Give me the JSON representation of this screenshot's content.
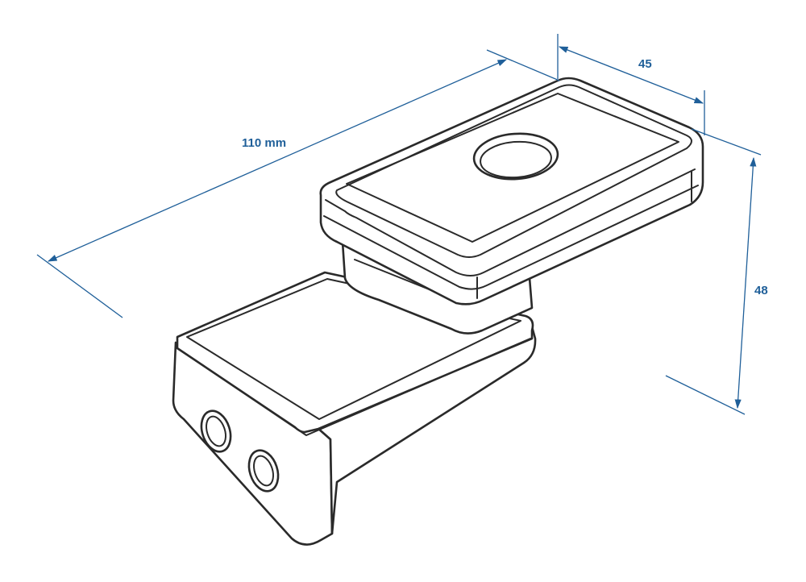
{
  "dimensions": {
    "length_label": "110 mm",
    "width_label": "45",
    "height_label": "48"
  },
  "colors": {
    "dimension": "#1f5f99",
    "outline": "#2a2a2a",
    "background": "#ffffff"
  }
}
